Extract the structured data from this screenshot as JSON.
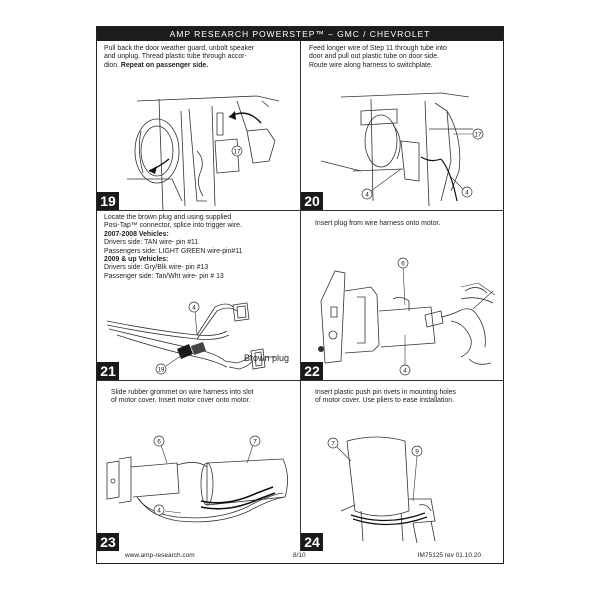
{
  "header": {
    "title": "AMP RESEARCH POWERSTEP™ – GMC / CHEVROLET"
  },
  "steps": [
    {
      "number": "19",
      "lines": [
        "Pull back the door weather guard, unbolt speaker",
        "and unplug.  Thread plastic tube through accor-"
      ],
      "line3_prefix": "dion. ",
      "line3_bold": "Repeat on passenger side.",
      "callouts": [
        "17"
      ]
    },
    {
      "number": "20",
      "lines": [
        "Feed longer wire of Step 11 through tube into",
        "door and pull out plastic tube on door side.",
        "Route wire along harness to switchplate."
      ],
      "callouts": [
        "17",
        "4",
        "4"
      ]
    },
    {
      "number": "21",
      "lines": [
        "Locate the brown plug and using supplied",
        "Posi-Tap™ connector, splice into trigger wire."
      ],
      "heading_a": "2007-2008 Vehicles:",
      "lines_a": [
        "Drivers side: TAN wire- pin #11",
        "Passengers side:  LIGHT GREEN wire-pin#11"
      ],
      "heading_b": "2009 & up Vehicles:",
      "lines_b": [
        "Drivers side: Gry/Blk wire- pin #13",
        "Passenger side: Tan/Wht wire- pin # 13"
      ],
      "brown_plug_label": "Brown plug",
      "callouts": [
        "4",
        "19"
      ]
    },
    {
      "number": "22",
      "lines": [
        "Insert plug from wire harness onto motor."
      ],
      "callouts": [
        "6",
        "4"
      ]
    },
    {
      "number": "23",
      "lines": [
        "Slide rubber grommet on wire harness into slot",
        "of motor cover. Insert motor cover onto motor."
      ],
      "callouts": [
        "6",
        "7",
        "4"
      ]
    },
    {
      "number": "24",
      "lines": [
        "Insert plastic push pin rivets in mounting holes",
        "of motor cover. Use pliers to ease installation."
      ],
      "callouts": [
        "7",
        "9"
      ]
    }
  ],
  "footer": {
    "website": "www.amp-research.com",
    "page": "8/10",
    "doc_id": "IM75125 rev 01.10.20"
  }
}
